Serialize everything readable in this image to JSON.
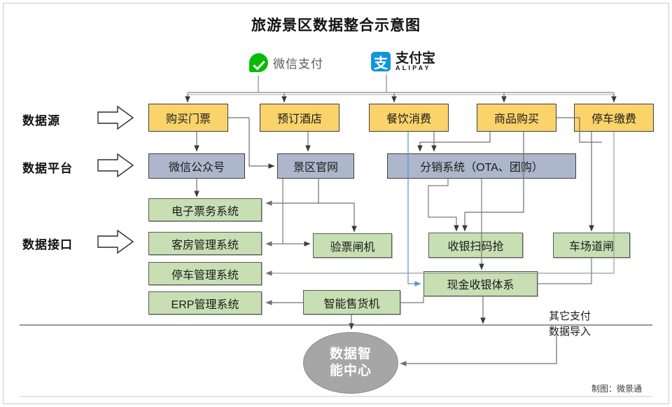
{
  "title": "旅游景区数据整合示意图",
  "payments": [
    {
      "name": "微信支付",
      "icon": "wechat-pay-icon",
      "color": "#09bb07"
    },
    {
      "name": "支付宝",
      "sub": "ALIPAY",
      "icon": "alipay-icon",
      "color": "#1296db",
      "mark": "支"
    }
  ],
  "rows": [
    {
      "label": "数据源",
      "icon": "right-arrow-outline-icon"
    },
    {
      "label": "数据平台",
      "icon": "right-arrow-outline-icon"
    },
    {
      "label": "数据接口",
      "icon": "right-arrow-outline-icon"
    }
  ],
  "sources": [
    {
      "label": "购买门票"
    },
    {
      "label": "预订酒店"
    },
    {
      "label": "餐饮消费"
    },
    {
      "label": "商品购买"
    },
    {
      "label": "停车缴费"
    }
  ],
  "platforms": [
    {
      "label": "微信公众号"
    },
    {
      "label": "景区官网"
    },
    {
      "label": "分销系统（OTA、团购）"
    }
  ],
  "interfaces_left": [
    {
      "label": "电子票务系统"
    },
    {
      "label": "客房管理系统"
    },
    {
      "label": "停车管理系统"
    },
    {
      "label": "ERP管理系统"
    }
  ],
  "interfaces_mid": [
    {
      "label": "验票闸机"
    },
    {
      "label": "智能售货机"
    }
  ],
  "interfaces_right": [
    {
      "label": "收银扫码抢"
    },
    {
      "label": "现金收银体系"
    },
    {
      "label": "车场道闸"
    }
  ],
  "hub": {
    "line1": "数据智",
    "line2": "能中心"
  },
  "sidenote": {
    "line1": "其它支付",
    "line2": "数据导入"
  },
  "credit": "制图：微景通",
  "colors": {
    "source_fill": "#fad46b",
    "platform_fill": "#adb7cb",
    "interface_fill": "#c7dfb3",
    "hub_fill": "#a6a6a6",
    "wire": "#7a7a7a",
    "wire_dark": "#2b2b2b",
    "wire_blue": "#5b8fd4"
  }
}
